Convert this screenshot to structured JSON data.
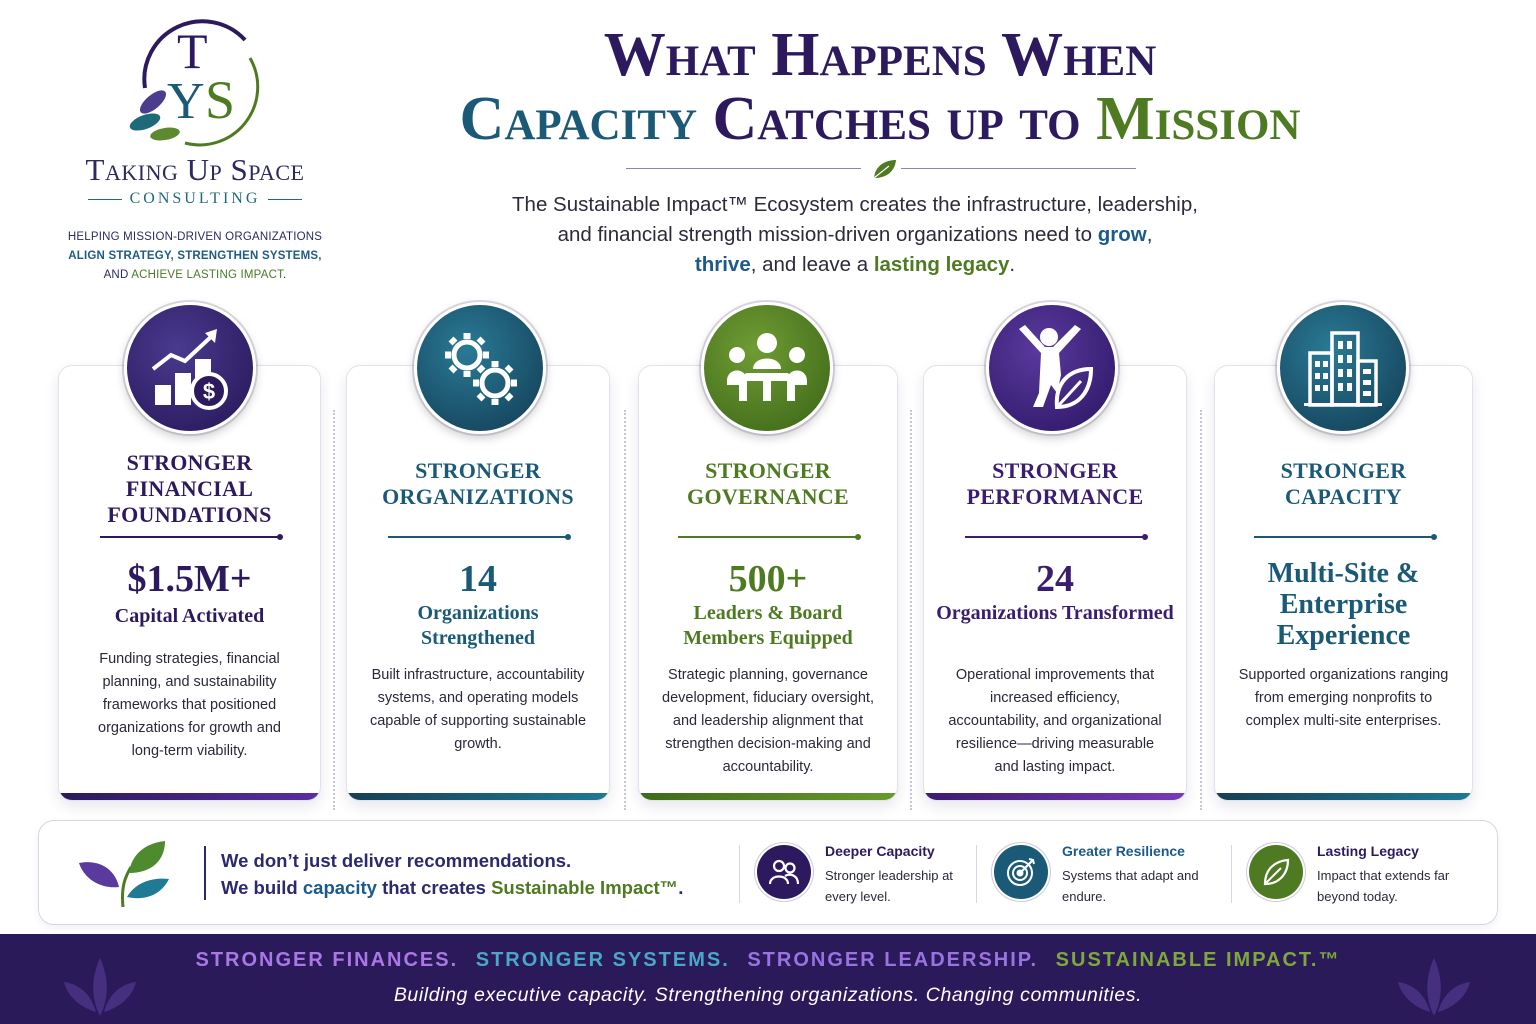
{
  "logo": {
    "monogram": "TYS",
    "name": "Taking Up Space",
    "sub": "CONSULTING",
    "tagline_1": "HELPING MISSION-DRIVEN ORGANIZATIONS",
    "tagline_2": "ALIGN STRATEGY, STRENGTHEN SYSTEMS,",
    "tagline_3a": "AND ",
    "tagline_3b": "ACHIEVE LASTING IMPACT",
    "tagline_3c": "."
  },
  "headline": {
    "line1": "What Happens When",
    "line2_a": "Capacity",
    "line2_b": " Catches up to ",
    "line2_c": "Mission"
  },
  "intro": {
    "part1": "The Sustainable Impact™ Ecosystem creates the infrastructure, leadership,",
    "part2": "and financial strength mission-driven organizations need to ",
    "grow": "grow",
    "comma": ",",
    "thrive": "thrive",
    "part3": ", and leave a ",
    "legacy": "lasting legacy",
    "period": "."
  },
  "cards": [
    {
      "title": "STRONGER FINANCIAL FOUNDATIONS",
      "stat": "$1.5M+",
      "stat_label": "Capital Activated",
      "desc": "Funding strategies, financial planning, and sustainability frameworks that positioned organizations for growth and long-term viability.",
      "icon": "growth-chart-dollar-icon",
      "color": "#2d1a5e"
    },
    {
      "title": "STRONGER ORGANIZATIONS",
      "stat": "14",
      "stat_label": "Organizations Strengthened",
      "desc": "Built infrastructure, accountability systems, and operating models capable of supporting sustainable growth.",
      "icon": "gears-icon",
      "color": "#1b5a76"
    },
    {
      "title": "STRONGER GOVERNANCE",
      "stat": "500+",
      "stat_label": "Leaders & Board Members Equipped",
      "desc": "Strategic planning, governance development, fiduciary oversight, and leadership alignment that strengthen decision-making and accountability.",
      "icon": "board-meeting-icon",
      "color": "#4e7a22"
    },
    {
      "title": "STRONGER PERFORMANCE",
      "stat": "24",
      "stat_label": "Organizations Transformed",
      "desc": "Operational improvements that increased efficiency, accountability, and organizational resilience—driving measurable and lasting impact.",
      "icon": "person-leaf-icon",
      "color": "#3a1d6e"
    },
    {
      "title": "STRONGER CAPACITY",
      "stat": "Multi-Site & Enterprise Experience",
      "stat_label": "",
      "desc": "Supported organizations ranging from emerging nonprofits to complex multi-site enterprises.",
      "icon": "buildings-icon",
      "color": "#1b5a76"
    }
  ],
  "band": {
    "line1": "We don’t just deliver recommendations.",
    "line2a": "We build ",
    "line2b": "capacity",
    "line2c": " that creates ",
    "line2d": "Sustainable Impact™",
    "line2e": ".",
    "features": [
      {
        "title": "Deeper Capacity",
        "desc": "Stronger leadership at every level.",
        "icon": "people-icon",
        "color": "#2d1a5e",
        "title_color": "#2d1a5e"
      },
      {
        "title": "Greater Resilience",
        "desc": "Systems that adapt and endure.",
        "icon": "target-icon",
        "color": "#1b5a76",
        "title_color": "#1b5a8a"
      },
      {
        "title": "Lasting Legacy",
        "desc": "Impact that extends far beyond today.",
        "icon": "leaf-icon",
        "color": "#4e7a22",
        "title_color": "#2d1a5e"
      }
    ]
  },
  "footer": {
    "t1": "STRONGER FINANCES.",
    "t2": "STRONGER SYSTEMS.",
    "t3": "STRONGER LEADERSHIP.",
    "t4": "SUSTAINABLE IMPACT.™",
    "colors": [
      "#a978e6",
      "#4aa7c7",
      "#9a73e0",
      "#7fa83a"
    ],
    "sub": "Building executive capacity. Strengthening organizations. Changing communities."
  }
}
